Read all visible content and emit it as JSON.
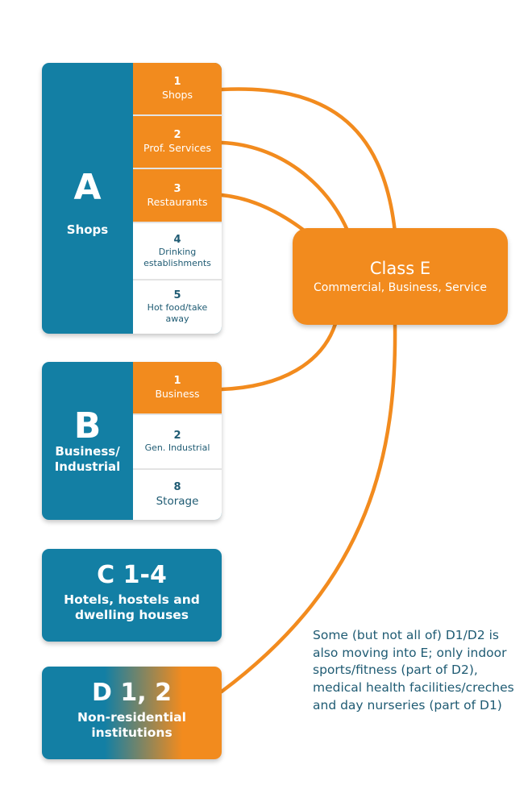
{
  "colors": {
    "teal": "#137fa4",
    "orange": "#f28b1e",
    "navy_text": "#1f5b73"
  },
  "block_a": {
    "letter": "A",
    "label": "Shops",
    "cells": [
      {
        "num": "1",
        "text": "Shops"
      },
      {
        "num": "2",
        "text": "Prof. Services"
      },
      {
        "num": "3",
        "text": "Restaurants"
      },
      {
        "num": "4",
        "text": "Drinking establishments"
      },
      {
        "num": "5",
        "text": "Hot food/take away"
      }
    ]
  },
  "block_b": {
    "letter": "B",
    "label": "Business/ Industrial",
    "cells": [
      {
        "num": "1",
        "text": "Business"
      },
      {
        "num": "2",
        "text": "Gen. Industrial"
      },
      {
        "num": "8",
        "text": "Storage"
      }
    ]
  },
  "block_c": {
    "title": "C 1-4",
    "label": "Hotels, hostels and dwelling houses"
  },
  "block_d": {
    "title": "D 1, 2",
    "label": "Non-residential institutions"
  },
  "class_e": {
    "title": "Class E",
    "subtitle": "Commercial, Business, Service"
  },
  "note": "Some (but not all of) D1/D2 is also moving into E; only indoor sports/fitness (part of D2), medical health facilities/creches and day nurseries (part of D1)"
}
